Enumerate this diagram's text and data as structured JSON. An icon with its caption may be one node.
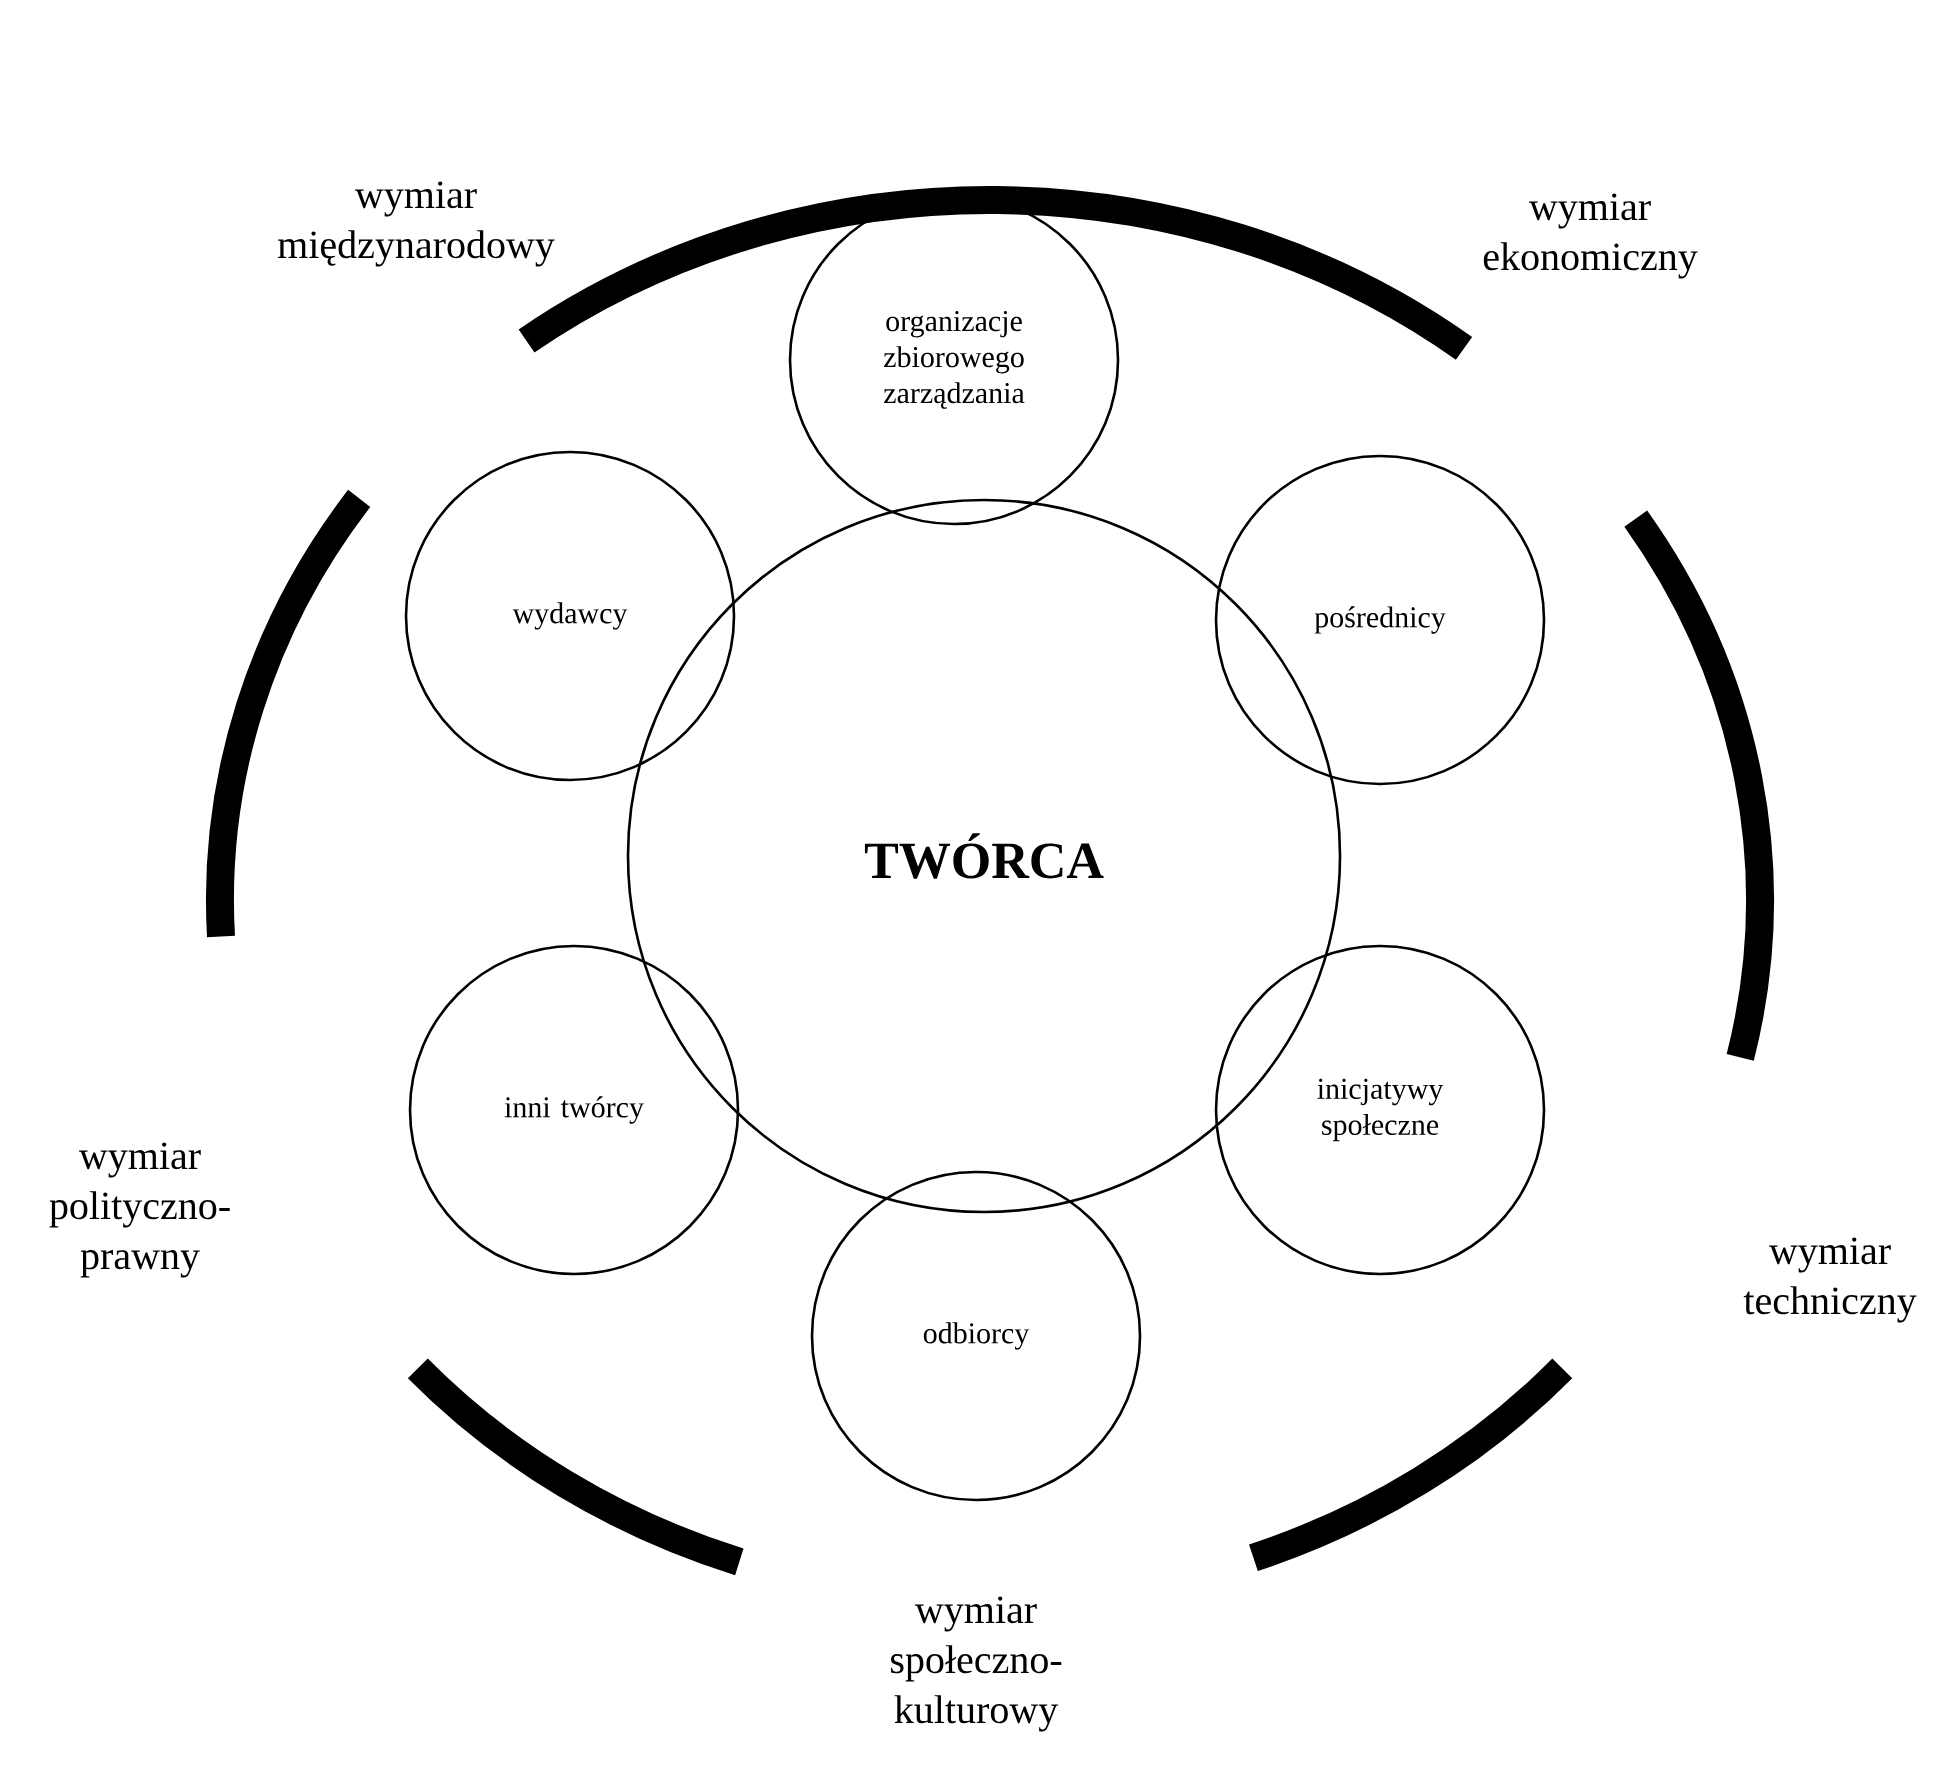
{
  "diagram": {
    "nodes": [
      {
        "text": [
          "TWÓRCA"
        ]
      },
      {
        "text": [
          "organizacje zbiorowego zarządzania"
        ]
      },
      {
        "text": [
          "wydawcy"
        ]
      },
      {
        "text": [
          "pośrednicy"
        ]
      },
      {
        "text": [
          "inni twórcy"
        ]
      },
      {
        "text": [
          "inicjatywy społeczne"
        ]
      },
      {
        "text": [
          "odbiorcy"
        ]
      }
    ],
    "labels": [
      "wymiar międzynarodowy",
      "wymiar ekonomiczny",
      "wymiar polityczno-prawny",
      "wymiar techniczny",
      "wymiar społeczno-kulturowy"
    ]
  }
}
